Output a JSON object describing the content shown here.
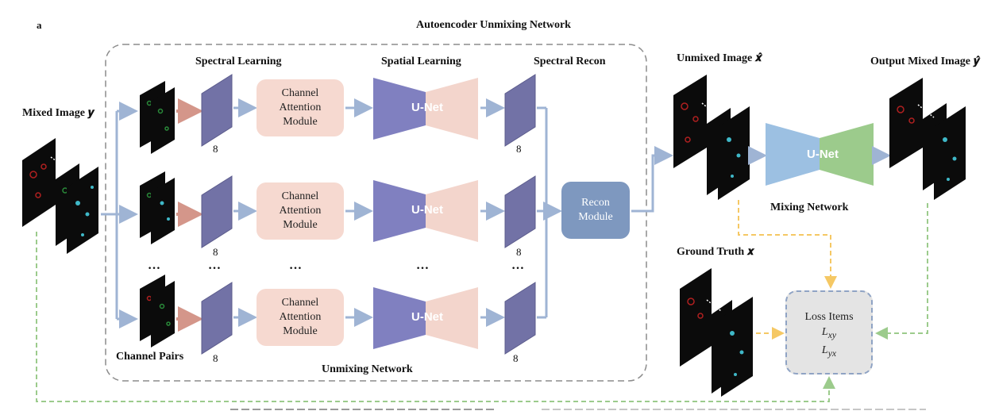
{
  "panel_letter": "a",
  "title": "Autoencoder Unmixing Network",
  "headers": {
    "spectral_learning": "Spectral Learning",
    "spatial_learning": "Spatial Learning",
    "spectral_recon": "Spectral Recon"
  },
  "labels": {
    "mixed_image": "Mixed Image 𝒚",
    "channel_pairs": "Channel Pairs",
    "unmixing_network": "Unmixing Network",
    "unmixed_image": "Unmixed Image 𝒙̂",
    "output_mixed_image": "Output Mixed Image 𝒚̂",
    "mixing_network": "Mixing Network",
    "ground_truth": "Ground Truth 𝒙"
  },
  "channel_count": "8",
  "ellipsis": "…",
  "cam": {
    "line1": "Channel",
    "line2": "Attention",
    "line3": "Module"
  },
  "unet": {
    "u": "U-",
    "net": "Net"
  },
  "recon": {
    "line1": "Recon",
    "line2": "Module"
  },
  "loss": {
    "title": "Loss Items",
    "l1": "L",
    "l1_sub": "xy",
    "l2": "L",
    "l2_sub": "yx"
  },
  "colors": {
    "arrow": "#9fb4d4",
    "salmon_arrow": "#d4968a",
    "feature_block": "#7272a6",
    "cam_fill": "#f6d9d0",
    "unet_encoder": "#8080c0",
    "unet_decoder": "#f3d5cc",
    "mix_encoder": "#9cc0e2",
    "mix_decoder": "#9ccb8c",
    "recon_fill": "#7e98bf",
    "dashed_green": "#9ccb8c",
    "dashed_yellow": "#f5c864",
    "dashed_box": "#8c8c8c"
  }
}
